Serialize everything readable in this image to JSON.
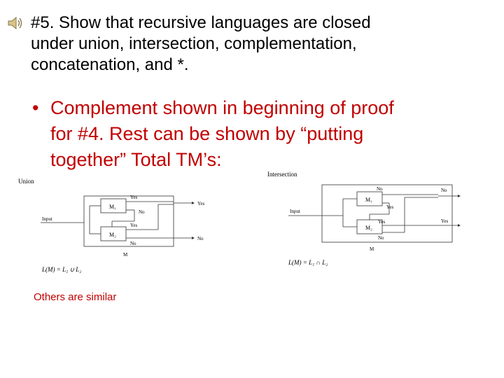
{
  "question": {
    "line1": "#5. Show that recursive languages are closed",
    "line2": "under union, intersection, complementation,",
    "line3": "concatenation, and *."
  },
  "bullet": {
    "marker": "•",
    "line1": "Complement shown in beginning of proof",
    "line2": "for #4. Rest can be shown by “putting",
    "line3": "together” Total TM’s:"
  },
  "union_diagram": {
    "title": "Union",
    "input_label": "Input",
    "m1_label": "M₁",
    "m2_label": "M₂",
    "yes_label": "Yes",
    "no_label": "No",
    "out_yes": "Yes",
    "out_no": "No",
    "machine_label": "M",
    "formula": "L(M) = L₁ ∪ L₂"
  },
  "intersection_diagram": {
    "title": "Intersection",
    "input_label": "Input",
    "m1_label": "M₁",
    "m2_label": "M₂",
    "yes_label": "Yes",
    "no_label": "No",
    "out_yes": "Yes",
    "out_no": "No",
    "machine_label": "M",
    "formula": "L(M) = L₁ ∩ L₂"
  },
  "footer_note": "Others are similar",
  "colors": {
    "accent": "#c00000",
    "text": "#000000"
  },
  "icons": {
    "speaker": "speaker-icon"
  }
}
